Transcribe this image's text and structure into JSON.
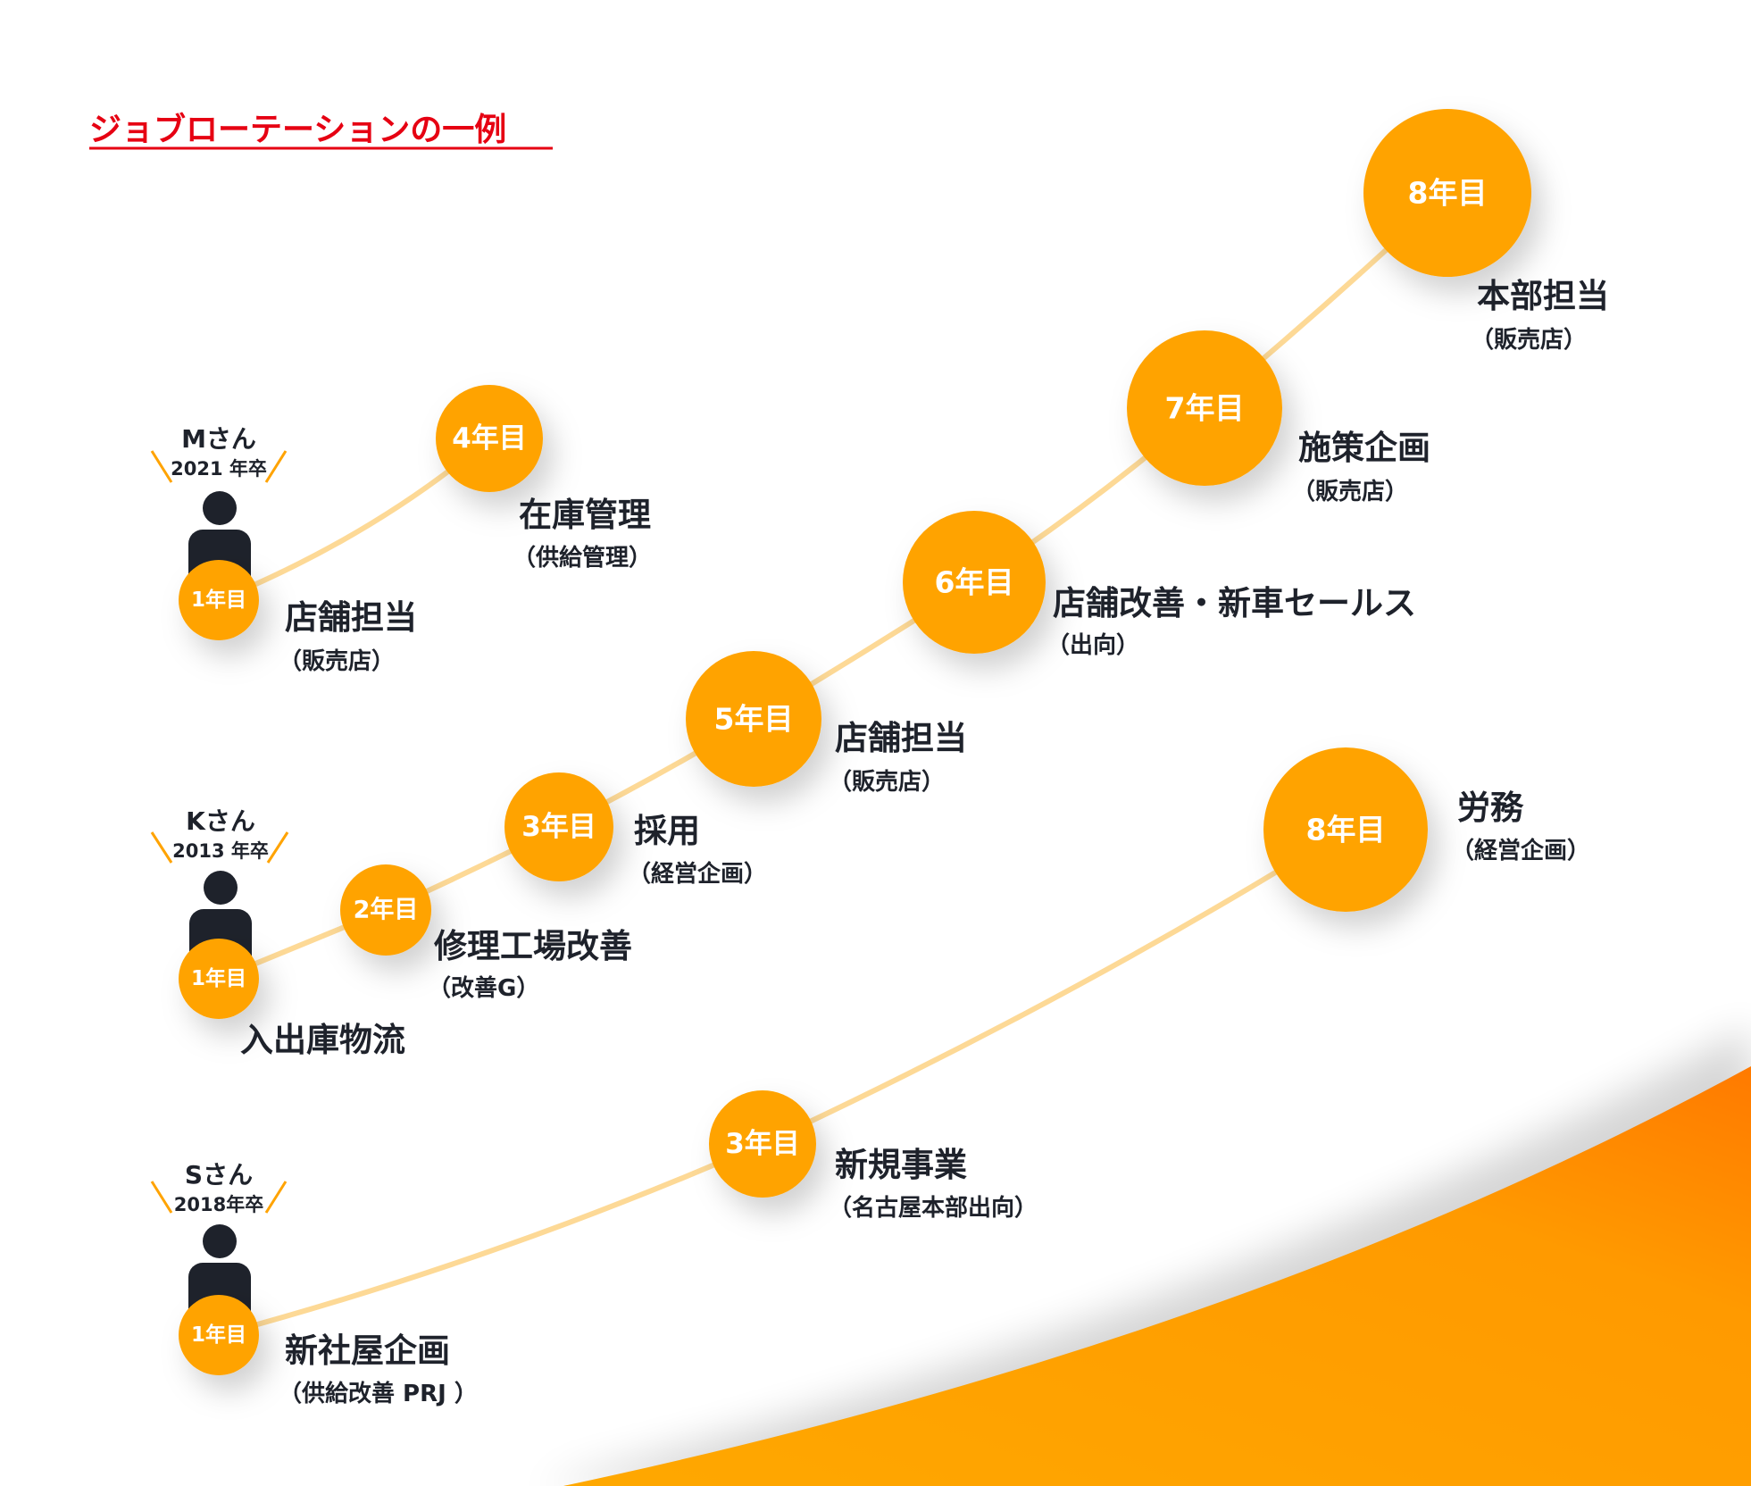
{
  "title": "ジョブローテーションの一例",
  "colors": {
    "accent": "#ffa300",
    "line": "#fdd996",
    "title": "#e60012",
    "text": "#1e222b"
  },
  "people": [
    {
      "name": "Mさん",
      "grad": "2021 年卒",
      "steps": [
        {
          "year": "1年目",
          "role": "店舗担当",
          "dept": "（販売店）"
        },
        {
          "year": "4年目",
          "role": "在庫管理",
          "dept": "（供給管理）"
        }
      ]
    },
    {
      "name": "Kさん",
      "grad": "2013 年卒",
      "steps": [
        {
          "year": "1年目",
          "role": "入出庫物流"
        },
        {
          "year": "2年目",
          "role": "修理工場改善",
          "dept": "（改善G）"
        },
        {
          "year": "3年目",
          "role": "採用",
          "dept": "（経営企画）"
        },
        {
          "year": "5年目",
          "role": "店舗担当",
          "dept": "（販売店）"
        },
        {
          "year": "6年目",
          "role": "店舗改善・新車セールス",
          "dept": "（出向）"
        },
        {
          "year": "7年目",
          "role": "施策企画",
          "dept": "（販売店）"
        },
        {
          "year": "8年目",
          "role": "本部担当",
          "dept": "（販売店）"
        }
      ]
    },
    {
      "name": "Sさん",
      "grad": "2018年卒",
      "steps": [
        {
          "year": "1年目",
          "role": "新社屋企画",
          "dept": "（供給改善 PRJ ）"
        },
        {
          "year": "3年目",
          "role": "新規事業",
          "dept": "（名古屋本部出向）"
        },
        {
          "year": "8年目",
          "role": "労務",
          "dept": "（経営企画）"
        }
      ]
    }
  ]
}
